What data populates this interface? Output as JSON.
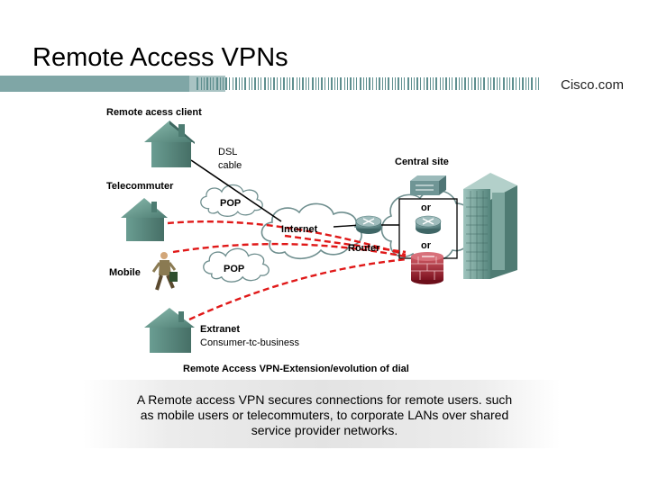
{
  "slide": {
    "title": "Remote Access VPNs",
    "brand": "Cisco.com"
  },
  "diagram": {
    "labels": {
      "remote_client": "Remote acess client",
      "dsl": "DSL",
      "cable": "cable",
      "telecommuter": "Telecommuter",
      "mobile": "Mobile",
      "extranet": "Extranet",
      "consumer": "Consumer-tc-business",
      "central_site": "Central site",
      "pop_top": "POP",
      "pop_bottom": "POP",
      "internet": "Internet",
      "router": "Router",
      "or_top": "or",
      "or_bottom": "or"
    },
    "caption": "Remote Access VPN-Extension/evolution of dial"
  },
  "description": {
    "line1": "A Remote access VPN secures connections for remote users. such",
    "line2": "as mobile users or telecommuters, to corporate LANs over shared",
    "line3": "service provider networks."
  },
  "colors": {
    "house": "#5d8f84",
    "tunnel": "#e01818",
    "title_bar": "#7fa6a6",
    "building": "#6f9a93",
    "firewall": "#a01c2a"
  }
}
